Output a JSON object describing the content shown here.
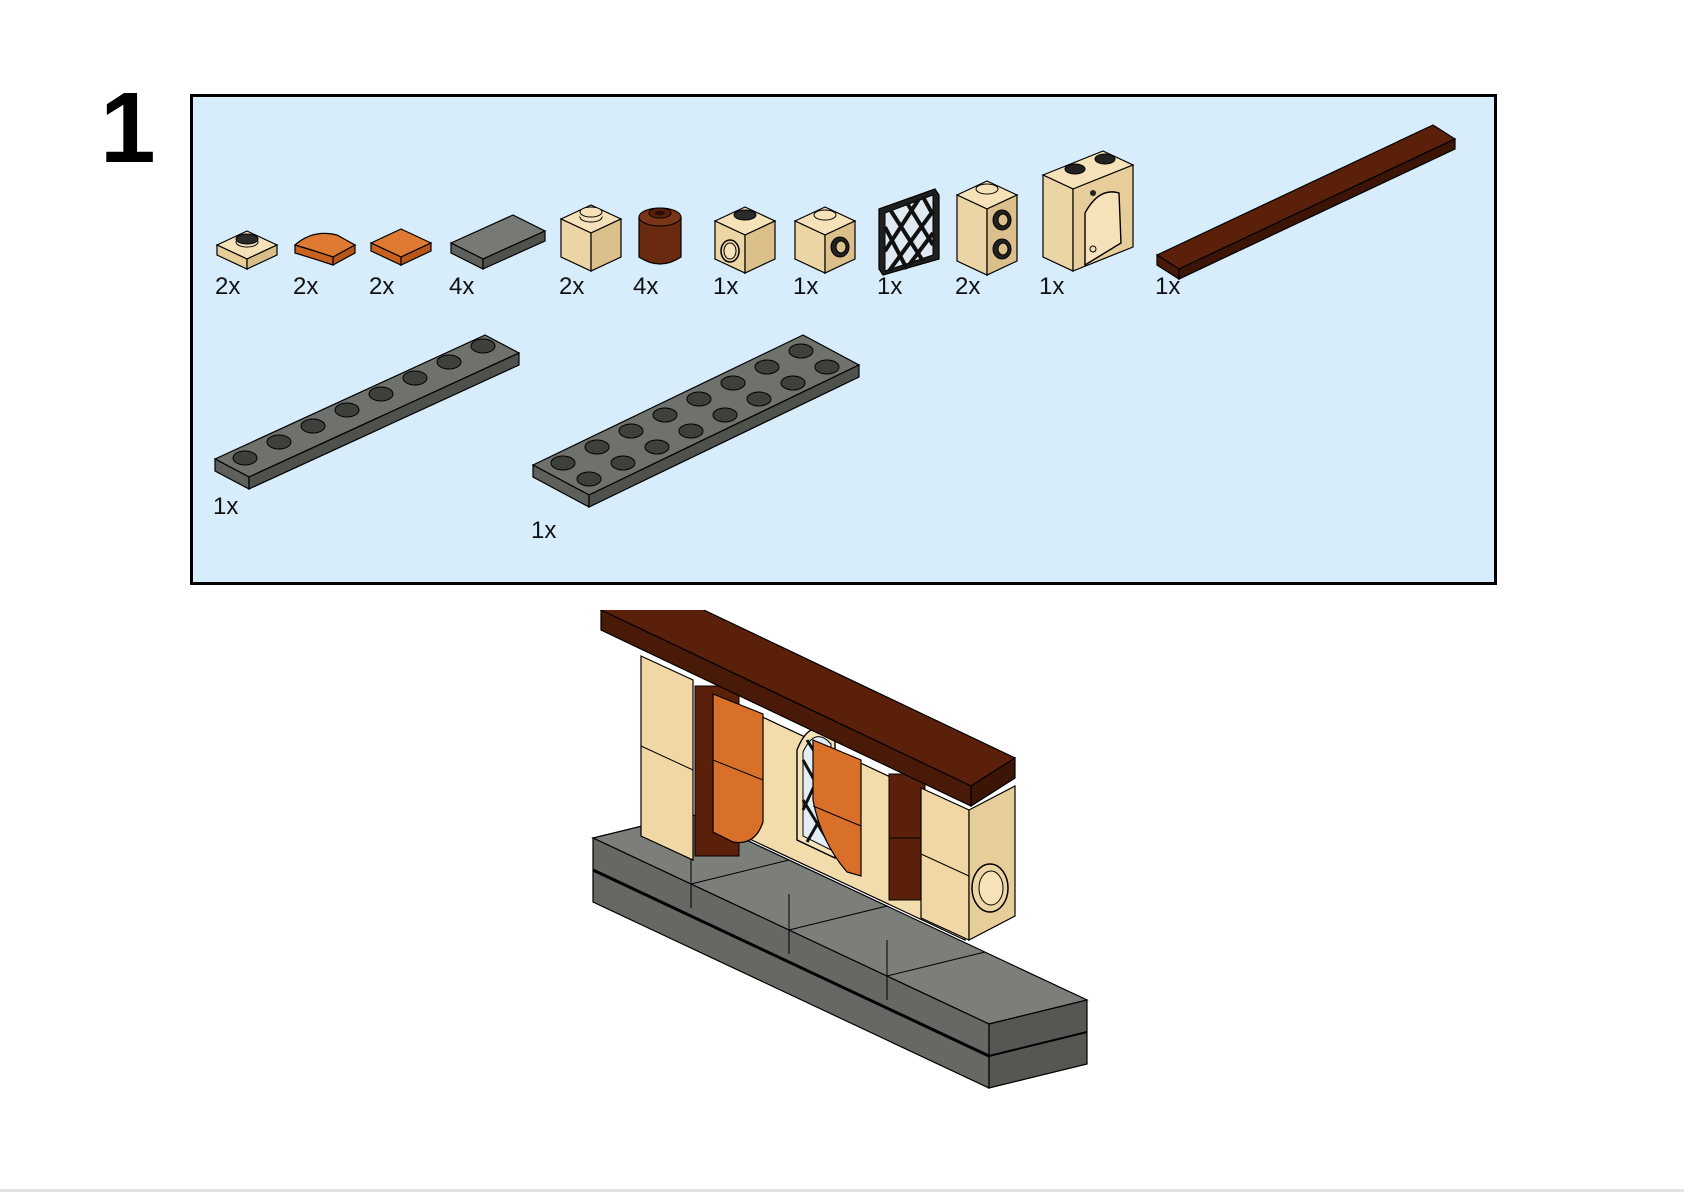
{
  "step": {
    "number": "1"
  },
  "parts_list": [
    {
      "name": "tan-plate-1x1",
      "qty": "2x"
    },
    {
      "name": "orange-quarter-round-tile",
      "qty": "2x"
    },
    {
      "name": "orange-tile-1x1",
      "qty": "2x"
    },
    {
      "name": "gray-tile-1x2",
      "qty": "4x"
    },
    {
      "name": "tan-brick-1x1",
      "qty": "2x"
    },
    {
      "name": "brown-round-brick-1x1",
      "qty": "4x"
    },
    {
      "name": "tan-brick-1x1-side-hole",
      "qty": "1x"
    },
    {
      "name": "tan-brick-1x1-side-stud",
      "qty": "1x"
    },
    {
      "name": "black-window-lattice",
      "qty": "1x"
    },
    {
      "name": "tan-brick-1x1x2-side-studs",
      "qty": "2x"
    },
    {
      "name": "tan-arched-window-frame",
      "qty": "1x"
    },
    {
      "name": "brown-tile-long",
      "qty": "1x"
    },
    {
      "name": "gray-plate-1x8",
      "qty": "1x"
    },
    {
      "name": "gray-plate-2x8",
      "qty": "1x"
    }
  ],
  "colors": {
    "panel_bg": "#d8edfb",
    "tan": "#f0d7a5",
    "orange": "#d9702a",
    "dark_gray": "#6b6d68",
    "reddish_brown": "#5b200a",
    "black": "#000000"
  }
}
